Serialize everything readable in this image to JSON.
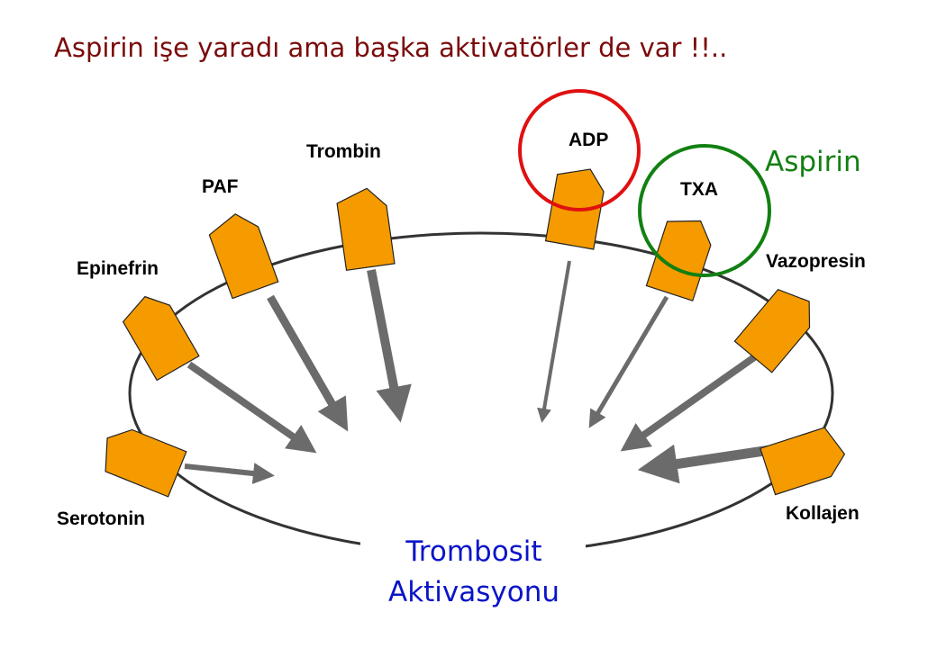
{
  "title": "Aspirin işe yaradı ama başka aktivatörler de var !!..",
  "center_label": [
    "Trombosit",
    "Aktivasyonu"
  ],
  "aspirin_label": "Aspirin",
  "colors": {
    "title": "#7b0a0a",
    "receptor": "#f59b00",
    "arrow": "#6b6b6b",
    "adp_circle": "#e01010",
    "aspirin": "#128012",
    "center": "#0a14c8"
  },
  "activators": [
    {
      "name": "Serotonin"
    },
    {
      "name": "Epinefrin"
    },
    {
      "name": "PAF"
    },
    {
      "name": "Trombin"
    },
    {
      "name": "ADP"
    },
    {
      "name": "TXA"
    },
    {
      "name": "Vazopresin"
    },
    {
      "name": "Kollajen"
    }
  ]
}
